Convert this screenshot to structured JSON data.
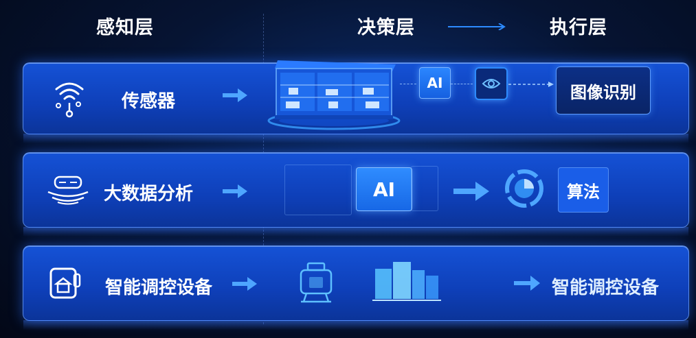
{
  "headers": {
    "perception": "感知层",
    "decision": "决策层",
    "execution": "执行层"
  },
  "rows": [
    {
      "label": "传感器",
      "icon": "wifi-sensor-icon",
      "execution": "图像识别"
    },
    {
      "label": "大数据分析",
      "icon": "vr-headset-icon",
      "execution": "算法"
    },
    {
      "label": "智能调控设备",
      "icon": "smart-device-icon",
      "execution": "智能调控设备"
    }
  ],
  "chips": {
    "ai_top": "AI",
    "ai_mid": "AI"
  },
  "colors": {
    "background": "#040a1c",
    "band": "#1552d6",
    "accent": "#2d8bff"
  }
}
